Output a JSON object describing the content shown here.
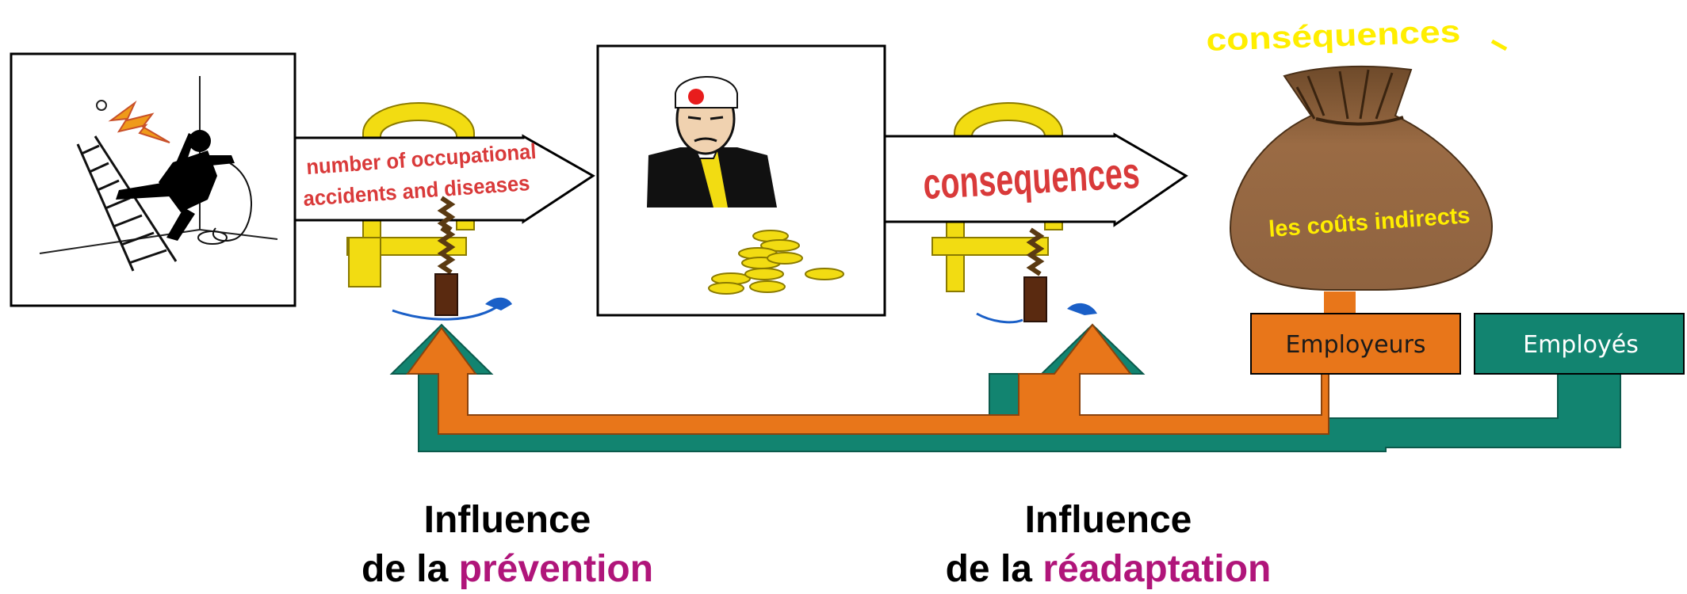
{
  "arrow1": {
    "line1": "number of occupational",
    "line2": "accidents and diseases"
  },
  "arrow2": {
    "label": "consequences"
  },
  "bag": {
    "title": "conséquences",
    "label": "les coûts indirects"
  },
  "boxes": {
    "employers": "Employeurs",
    "employees": "Employés"
  },
  "captions": {
    "prevention": {
      "line1": "Influence",
      "prefix": "de la ",
      "accent": "prévention"
    },
    "rehab": {
      "line1": "Influence",
      "prefix": "de la ",
      "accent": "réadaptation"
    }
  },
  "colors": {
    "orange": "#e8761a",
    "teal": "#128470",
    "clamp_yellow": "#f2dc12",
    "bag_brown": "#946640",
    "arrow_text_red": "#d93a3a",
    "accent_magenta": "#b0157a",
    "rotation_blue": "#1a5fc7"
  }
}
